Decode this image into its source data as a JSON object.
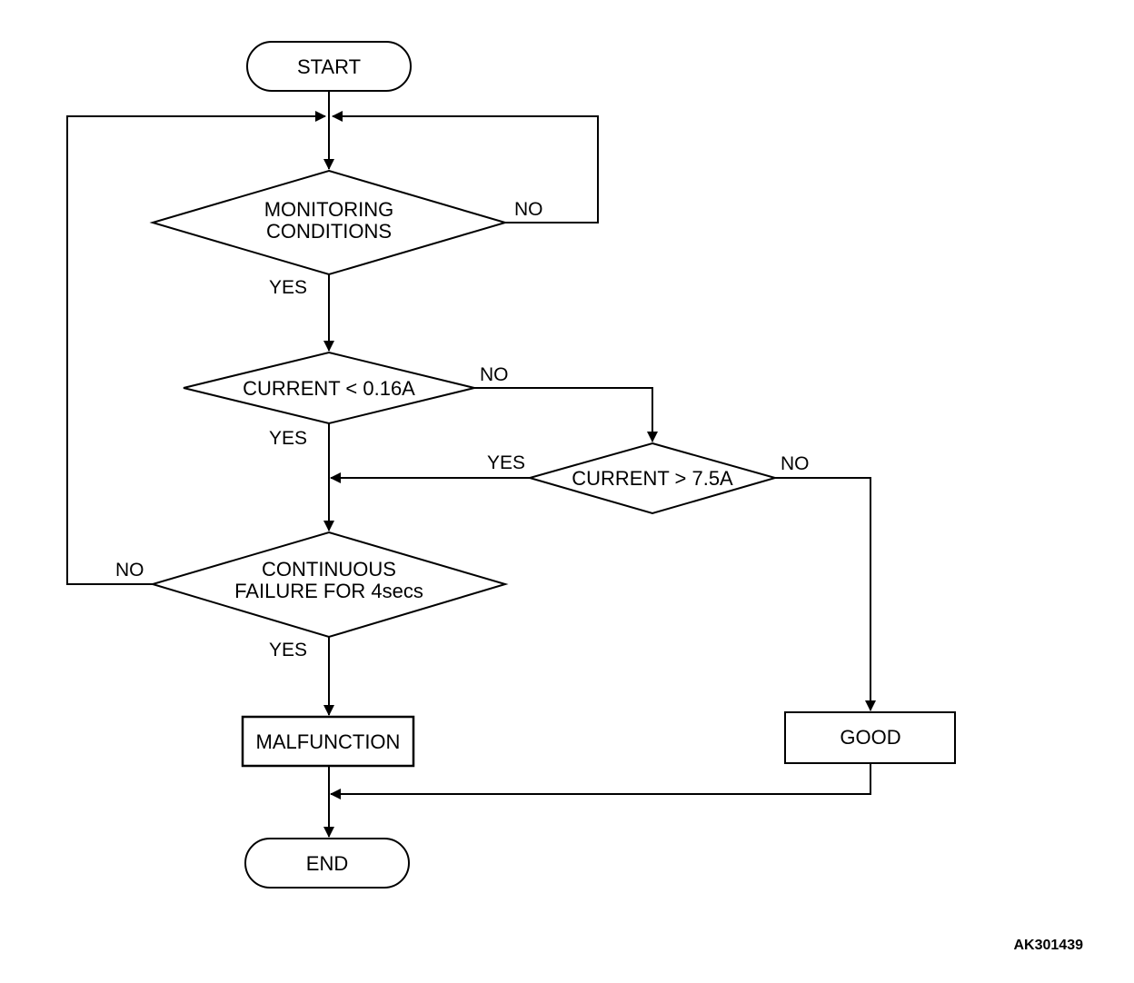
{
  "flowchart": {
    "start": "START",
    "monitoring": {
      "line1": "MONITORING",
      "line2": "CONDITIONS"
    },
    "current_low": "CURRENT < 0.16A",
    "current_high": "CURRENT > 7.5A",
    "continuous": {
      "line1": "CONTINUOUS",
      "line2": "FAILURE FOR 4secs"
    },
    "malfunction": "MALFUNCTION",
    "good": "GOOD",
    "end": "END",
    "yes": "YES",
    "no": "NO"
  },
  "figure_id": "AK301439"
}
